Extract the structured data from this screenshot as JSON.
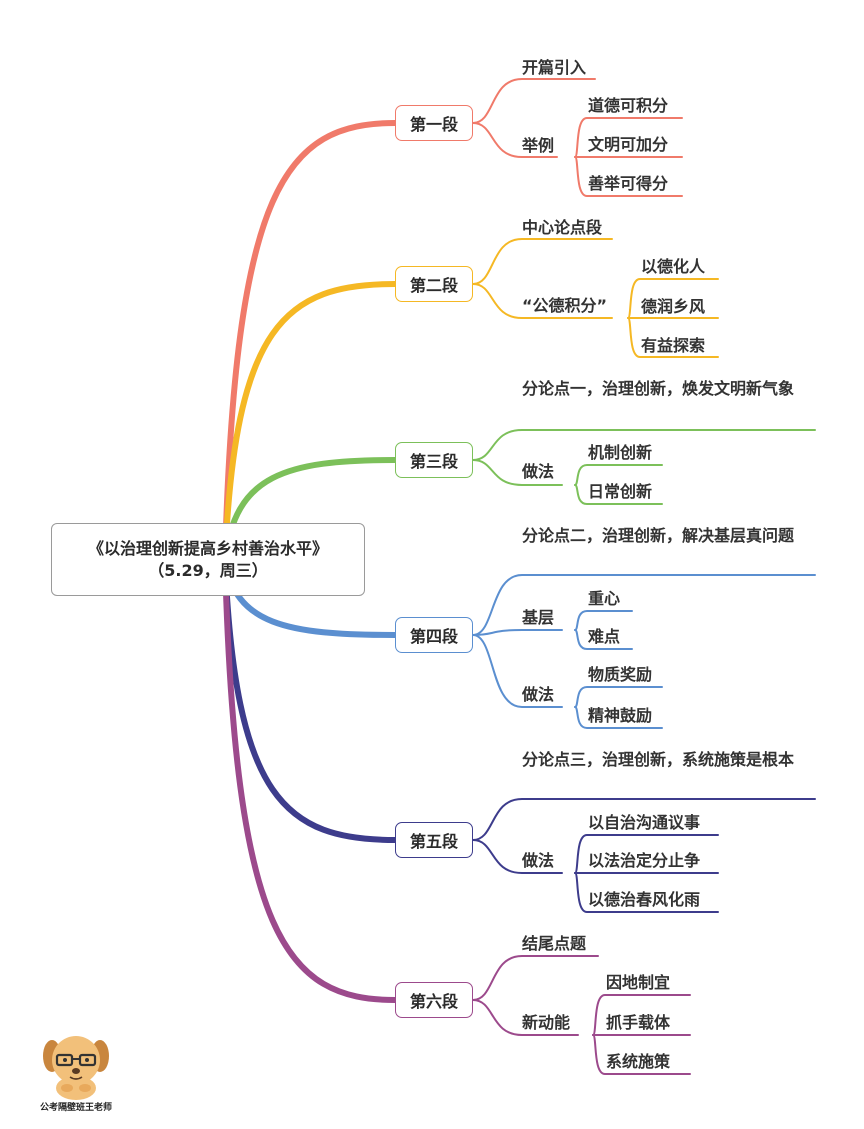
{
  "root": {
    "title": "《以治理创新提高乡村善治水平》",
    "subtitle": "（5.29，周三）"
  },
  "sections": [
    {
      "label": "第一段",
      "color": "#f07a6a",
      "children": [
        {
          "text": "开篇引入"
        },
        {
          "text": "举例",
          "items": [
            "道德可积分",
            "文明可加分",
            "善举可得分"
          ]
        }
      ]
    },
    {
      "label": "第二段",
      "color": "#f5b824",
      "children": [
        {
          "text": "中心论点段"
        },
        {
          "text": "“公德积分”",
          "items": [
            "以德化人",
            "德润乡风",
            "有益探索"
          ]
        }
      ]
    },
    {
      "label": "第三段",
      "color": "#7cc05a",
      "children": [
        {
          "text": "分论点一，治理创新，焕发文明新气象"
        },
        {
          "text": "做法",
          "items": [
            "机制创新",
            "日常创新"
          ]
        }
      ]
    },
    {
      "label": "第四段",
      "color": "#5b8fd0",
      "children": [
        {
          "text": "分论点二，治理创新，解决基层真问题"
        },
        {
          "text": "基层",
          "items": [
            "重心",
            "难点"
          ]
        },
        {
          "text": "做法",
          "items": [
            "物质奖励",
            "精神鼓励"
          ]
        }
      ]
    },
    {
      "label": "第五段",
      "color": "#3d3c8c",
      "children": [
        {
          "text": "分论点三，治理创新，系统施策是根本"
        },
        {
          "text": "做法",
          "items": [
            "以自治沟通议事",
            "以法治定分止争",
            "以德治春风化雨"
          ]
        }
      ]
    },
    {
      "label": "第六段",
      "color": "#9c4a8c",
      "children": [
        {
          "text": "结尾点题"
        },
        {
          "text": "新动能",
          "items": [
            "因地制宜",
            "抓手载体",
            "系统施策"
          ]
        }
      ]
    }
  ],
  "watermark": {
    "caption": "公考隔壁班王老师"
  }
}
